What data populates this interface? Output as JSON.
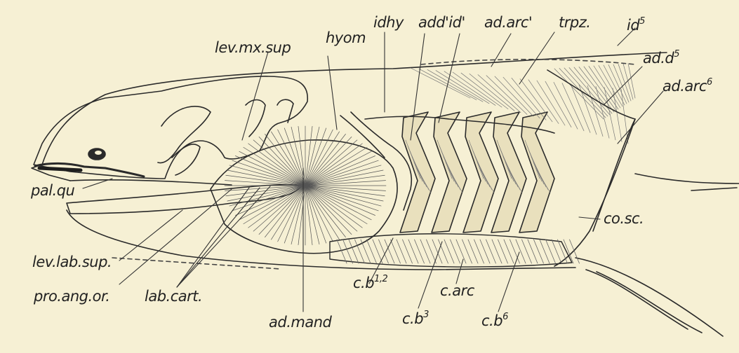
{
  "labels": {
    "lev_mx_sup": "lev.mx.sup",
    "hyom": "hyom",
    "idhy": "idhy",
    "add_id": "add'id'",
    "ad_arc1": "ad.arc'",
    "trpz": "trpz.",
    "id5": "id",
    "id5_sup": "5",
    "ad_d5": "ad.d",
    "ad_d5_sup": "5",
    "ad_arc6": "ad.arc",
    "ad_arc6_sup": "6",
    "pal_qu": "pal.qu",
    "co_sc": "co.sc.",
    "lev_lab_sup": "lev.lab.sup.",
    "pro_ang_or": "pro.ang.or.",
    "lab_cart": "lab.cart.",
    "ad_mand": "ad.mand",
    "cb12": "c.b",
    "cb12_sup": "1,2",
    "cb3": "c.b",
    "cb3_sup": "3",
    "c_arc": "c.arc",
    "cb6": "c.b",
    "cb6_sup": "6"
  }
}
